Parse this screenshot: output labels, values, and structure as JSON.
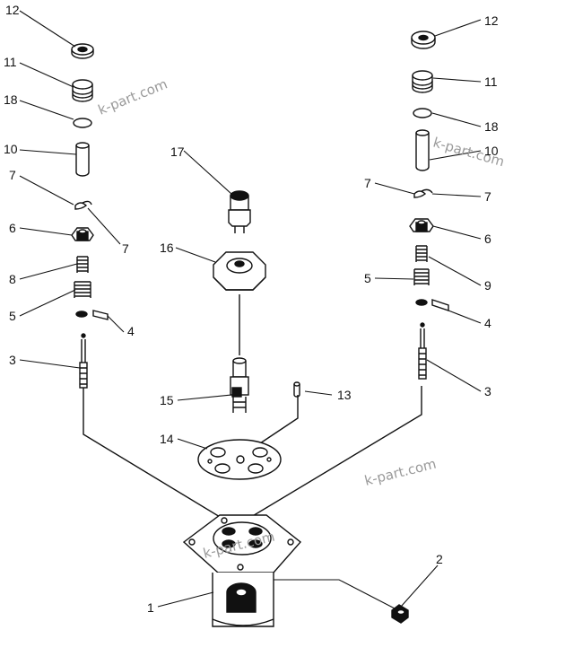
{
  "diagram": {
    "watermark": "k-part.com",
    "labels": {
      "l12": "12",
      "l11": "11",
      "l18": "18",
      "l10": "10",
      "l7a": "7",
      "l7b": "7",
      "l6": "6",
      "l8": "8",
      "l5": "5",
      "l4": "4",
      "l3": "3",
      "r12": "12",
      "r11": "11",
      "r18": "18",
      "r10": "10",
      "r7a": "7",
      "r7b": "7",
      "r6": "6",
      "r9": "9",
      "r5": "5",
      "r4": "4",
      "r3": "3",
      "c17": "17",
      "c16": "16",
      "c15": "15",
      "c13": "13",
      "c14": "14",
      "c2": "2",
      "c1": "1"
    }
  }
}
